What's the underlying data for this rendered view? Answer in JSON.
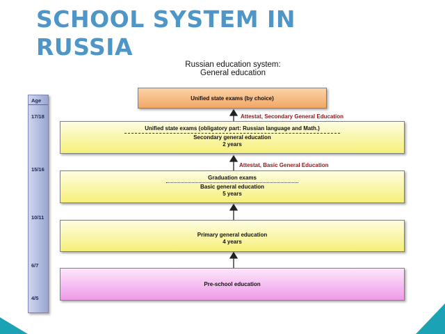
{
  "slide": {
    "title": "SCHOOL SYSTEM IN RUSSIA"
  },
  "diagram": {
    "title_line1": "Russian education system:",
    "title_line2": "General education",
    "age_header": "Age",
    "ages": [
      "17/18",
      "15/16",
      "10/11",
      "6/7",
      "4/5"
    ],
    "exam_box": "Unified state exams (by choice)",
    "cert_secondary": "Attestat, Secondary General Education",
    "cert_basic": "Attestat, Basic General Education",
    "secondary": {
      "exam": "Unified state exams (obligatory part: Russian language and Math.)",
      "name": "Secondary general education",
      "duration": "2 years"
    },
    "basic": {
      "exam": "Graduation exams",
      "name": "Basic general education",
      "duration": "5 years"
    },
    "primary": {
      "name": "Primary general education",
      "duration": "4 years"
    },
    "preschool": {
      "name": "Pre-school education"
    }
  },
  "colors": {
    "title": "#4e95c8",
    "exam_box": "#f2a765",
    "school_box": "#f6f07a",
    "preschool_box": "#ef9be9",
    "age_column": "#9aa6d4",
    "cert_text": "#8a1a1a",
    "corner_accent": "#1ba3b5"
  }
}
